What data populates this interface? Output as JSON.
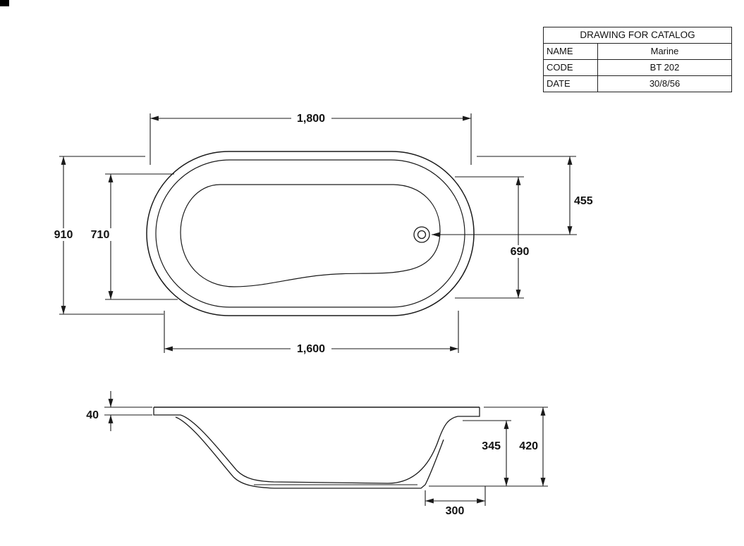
{
  "title_block": {
    "title": "DRAWING FOR CATALOG",
    "rows": [
      {
        "label": "NAME",
        "value": "Marine"
      },
      {
        "label": "CODE",
        "value": "BT 202"
      },
      {
        "label": "DATE",
        "value": "30/8/56"
      }
    ]
  },
  "top_view": {
    "dims": {
      "overall_length": "1,800",
      "overall_width": "910",
      "inner_width": "710",
      "rim_to_drain": "455",
      "drain_span": "690",
      "inner_length": "1,600"
    }
  },
  "side_view": {
    "dims": {
      "rim_thickness": "40",
      "overall_height": "420",
      "inner_depth": "345",
      "end_overhang": "300"
    }
  },
  "colors": {
    "line": "#1a1a1a",
    "background": "#ffffff"
  }
}
